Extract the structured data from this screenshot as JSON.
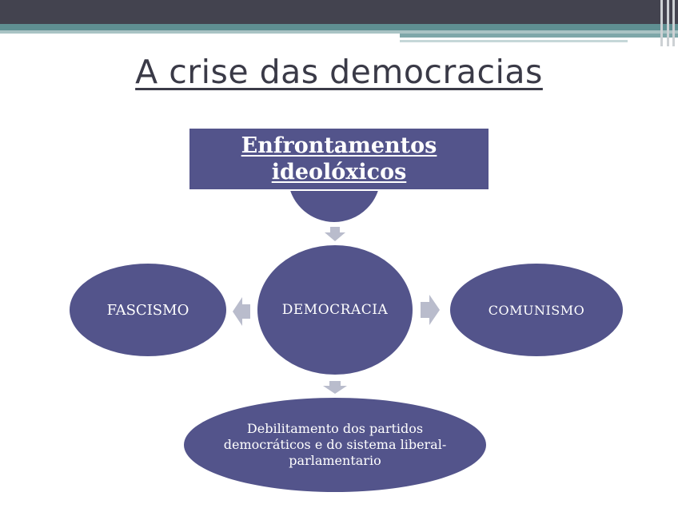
{
  "slide": {
    "title": "A crise das democracias",
    "top_box": "Enfrontamentos\nideolóxicos",
    "center": "DEMOCRACIA",
    "left": "FASCISMO",
    "right": "COMUNISMO",
    "bottom": "Debilitamento dos partidos democráticos e do sistema liberal-parlamentario"
  },
  "colors": {
    "node_fill": "#53548b",
    "arrow": "#b9bccc",
    "title": "#3a3a47",
    "header_dark": "#43434f",
    "header_teal": "#5f8f92"
  },
  "icons": [
    "arrow-down-icon",
    "arrow-left-icon",
    "arrow-right-icon",
    "arrow-down-icon"
  ]
}
